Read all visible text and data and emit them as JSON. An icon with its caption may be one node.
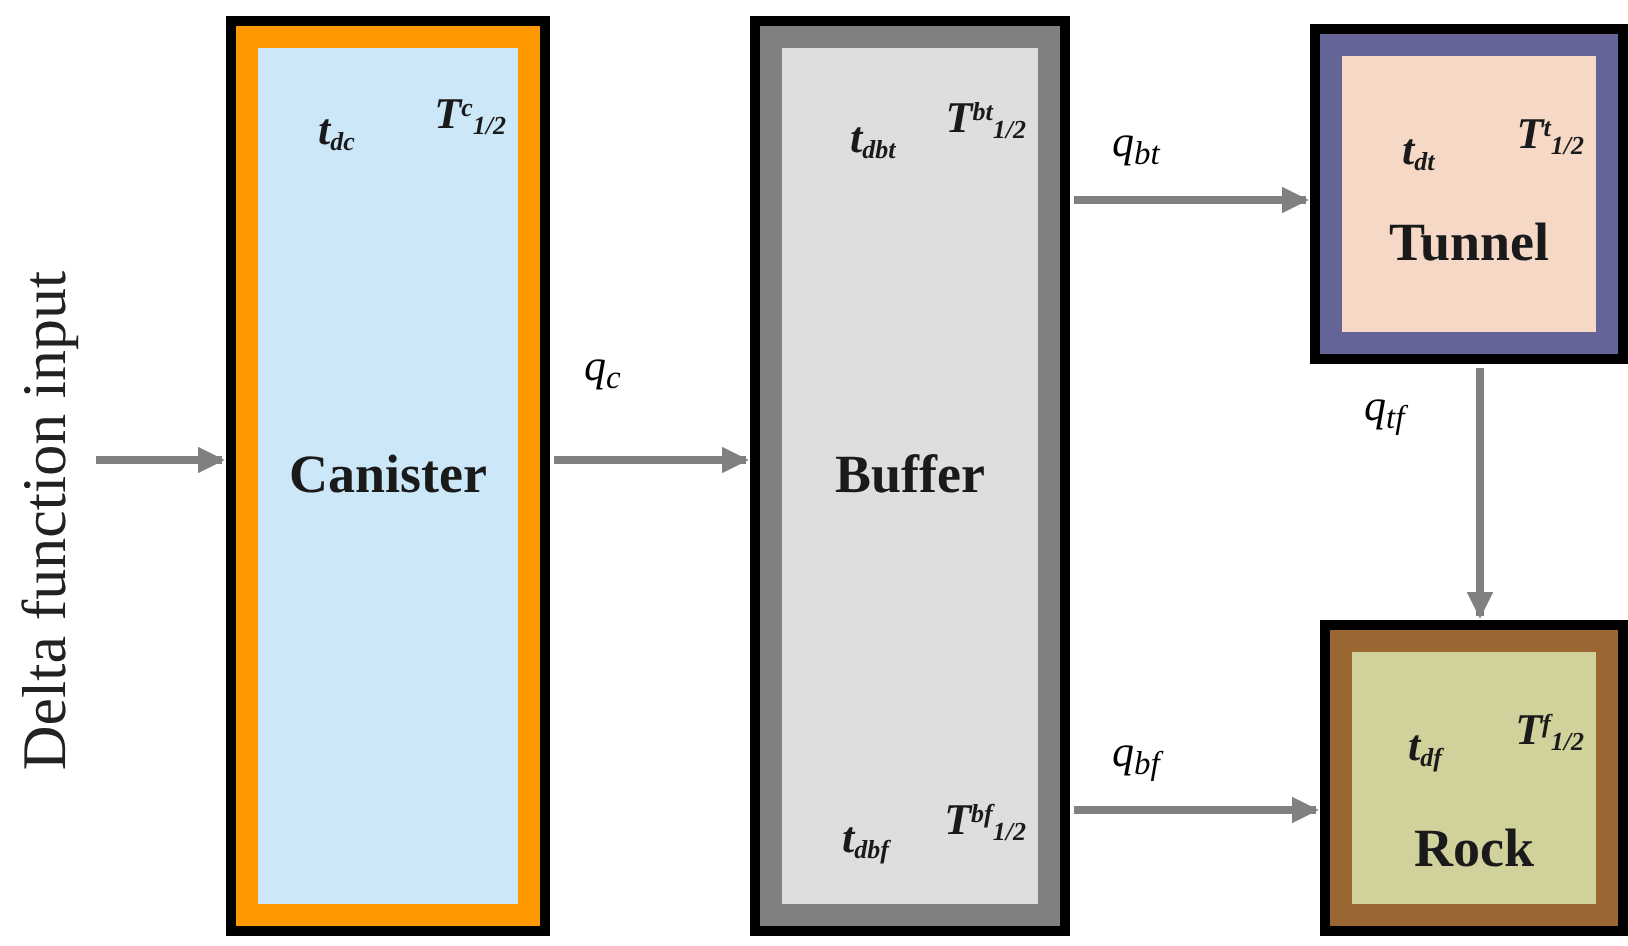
{
  "diagram": {
    "nodes": [
      {
        "text": [
          "Delta function input"
        ]
      },
      {
        "text": [
          "t$_{dc}$",
          "T$^{c}$$_{1/2}$",
          "Canister"
        ]
      },
      {
        "text": [
          "t$_{dbt}$",
          "T$^{bt}$$_{1/2}$",
          "Buffer",
          "t$_{dbf}$",
          "T$^{bf}$$_{1/2}$"
        ]
      },
      {
        "text": [
          "t$_{dt}$",
          "T$^{t}$$_{1/2}$",
          "Tunnel"
        ]
      },
      {
        "text": [
          "t$_{df}$",
          "T$^{f}$$_{1/2}$",
          "Rock"
        ]
      }
    ],
    "edges": [
      {
        "from": 0,
        "to": 1,
        "arrow": "to"
      },
      {
        "from": 1,
        "to": 2,
        "arrow": "to",
        "label": "q$_{c}$"
      },
      {
        "from": 2,
        "to": 3,
        "arrow": "to",
        "label": "q$_{bt}$"
      },
      {
        "from": 3,
        "to": 4,
        "arrow": "to",
        "label": "q$_{tf}$"
      },
      {
        "from": 2,
        "to": 4,
        "arrow": "to",
        "label": "q$_{bf}$"
      }
    ]
  }
}
